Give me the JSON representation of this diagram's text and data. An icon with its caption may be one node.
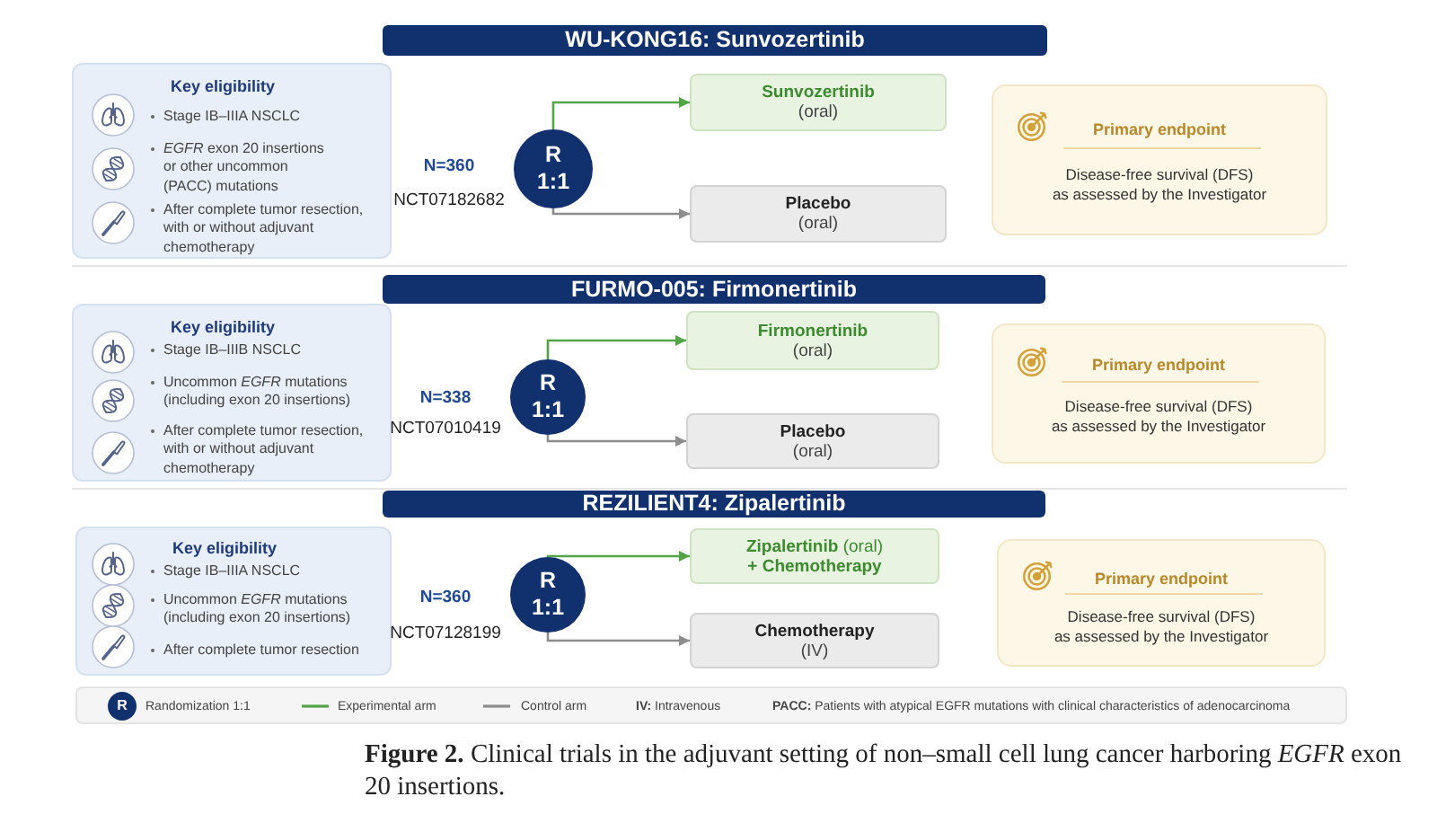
{
  "diagram": {
    "caption": "**Figure 2.** Clinical trials in the adjuvant setting of non–small cell lung cancer harboring *EGFR* exon 20 insertions.",
    "nodes": [
      {
        "text": [
          "WU-KONG16: Sunvozertinib"
        ]
      },
      {
        "text": [
          "Key eligibility",
          "Stage IB–IIIA NSCLC",
          "*EGFR* exon 20 insertions or other uncommon (PACC) mutations",
          "After complete tumor resection, with or without adjuvant chemotherapy"
        ]
      },
      {
        "text": [
          "R",
          "1:1"
        ],
        "beside": [
          "N=360",
          "NCT07182682"
        ]
      },
      {
        "text": [
          "Sunvozertinib",
          "(oral)"
        ]
      },
      {
        "text": [
          "Placebo",
          "(oral)"
        ]
      },
      {
        "text": [
          "Primary endpoint",
          "Disease-free survival (DFS) as assessed by the Investigator"
        ]
      },
      {
        "text": [
          "FURMO-005: Firmonertinib"
        ]
      },
      {
        "text": [
          "Key eligibility",
          "Stage IB–IIIB NSCLC",
          "Uncommon *EGFR* mutations (including exon 20 insertions)",
          "After complete tumor resection, with or without adjuvant chemotherapy"
        ]
      },
      {
        "text": [
          "R",
          "1:1"
        ],
        "beside": [
          "N=338",
          "NCT07010419"
        ]
      },
      {
        "text": [
          "Firmonertinib",
          "(oral)"
        ]
      },
      {
        "text": [
          "Placebo",
          "(oral)"
        ]
      },
      {
        "text": [
          "Primary endpoint",
          "Disease-free survival (DFS) as assessed by the Investigator"
        ]
      },
      {
        "text": [
          "REZILIENT4: Zipalertinib"
        ]
      },
      {
        "text": [
          "Key eligibility",
          "Stage IB–IIIA NSCLC",
          "Uncommon *EGFR* mutations (including exon 20 insertions)",
          "After complete tumor resection"
        ]
      },
      {
        "text": [
          "R",
          "1:1"
        ],
        "beside": [
          "N=360",
          "NCT07128199"
        ]
      },
      {
        "text": [
          "**Zipalertinib** (oral)",
          "+ Chemotherapy"
        ]
      },
      {
        "text": [
          "Chemotherapy",
          "(IV)"
        ]
      },
      {
        "text": [
          "Primary endpoint",
          "Disease-free survival (DFS) as assessed by the Investigator"
        ]
      }
    ],
    "edges": [
      {
        "from": 2,
        "to": 3,
        "arrow": "to",
        "color": "#52a447"
      },
      {
        "from": 2,
        "to": 4,
        "arrow": "to"
      },
      {
        "from": 8,
        "to": 9,
        "arrow": "to",
        "color": "#52a447"
      },
      {
        "from": 8,
        "to": 10,
        "arrow": "to"
      },
      {
        "from": 14,
        "to": 15,
        "arrow": "to",
        "color": "#52a447"
      },
      {
        "from": 14,
        "to": 16,
        "arrow": "to"
      }
    ],
    "labels": [
      "R",
      "**IV:** Intravenous",
      "**PACC:** Patients with atypical EGFR mutations with clinical characteristics of adenocarcinoma"
    ],
    "legend": [
      {
        "text": "Randomization 1:1"
      },
      {
        "text": "Experimental arm"
      },
      {
        "text": "Control arm"
      }
    ]
  }
}
